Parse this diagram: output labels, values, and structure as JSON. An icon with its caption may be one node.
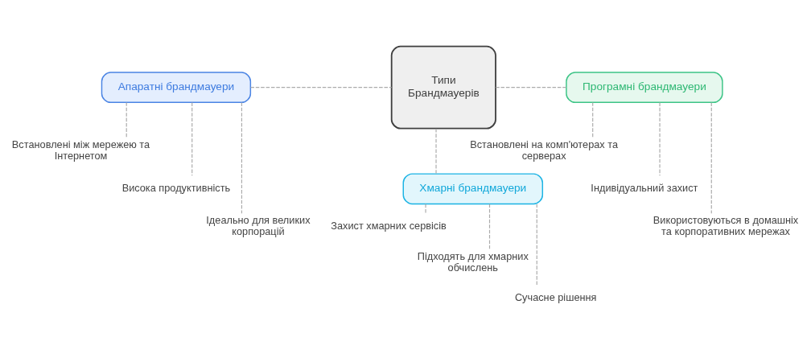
{
  "diagram": {
    "nodes": [
      {
        "text": [
          "Апаратні брандмауери"
        ]
      },
      {
        "text": [
          "Типи Брандмауерів"
        ]
      },
      {
        "text": [
          "Програмні брандмауери"
        ]
      },
      {
        "text": [
          "Встановлені між мережею та Інтернетом"
        ]
      },
      {
        "text": [
          "Висока продуктивність"
        ]
      },
      {
        "text": [
          "Ідеально для великих корпорацій"
        ]
      },
      {
        "text": [
          "Встановлені на комп'ютерах та серверах"
        ]
      },
      {
        "text": [
          "Індивідуальний захист"
        ]
      },
      {
        "text": [
          "Використовуються в домашніх та корпоративних мережах"
        ]
      },
      {
        "text": [
          "Хмарні брандмауери"
        ]
      },
      {
        "text": [
          "Захист хмарних сервісів"
        ]
      },
      {
        "text": [
          "Підходять для хмарних обчислень"
        ]
      },
      {
        "text": [
          "Сучасне рішення"
        ]
      }
    ],
    "edges": [
      {
        "from": 0,
        "to": 1,
        "arrow": "none",
        "style": "dashed"
      },
      {
        "from": 1,
        "to": 2,
        "arrow": "none",
        "style": "dashed"
      },
      {
        "from": 1,
        "to": 9,
        "arrow": "none",
        "style": "dashed"
      },
      {
        "from": 0,
        "to": 3,
        "arrow": "none",
        "style": "dashed"
      },
      {
        "from": 0,
        "to": 4,
        "arrow": "none",
        "style": "dashed"
      },
      {
        "from": 0,
        "to": 5,
        "arrow": "none",
        "style": "dashed"
      },
      {
        "from": 2,
        "to": 6,
        "arrow": "none",
        "style": "dashed"
      },
      {
        "from": 2,
        "to": 7,
        "arrow": "none",
        "style": "dashed"
      },
      {
        "from": 2,
        "to": 8,
        "arrow": "none",
        "style": "dashed"
      },
      {
        "from": 9,
        "to": 10,
        "arrow": "none",
        "style": "dashed"
      },
      {
        "from": 9,
        "to": 11,
        "arrow": "none",
        "style": "dashed"
      },
      {
        "from": 9,
        "to": 12,
        "arrow": "none",
        "style": "dashed"
      }
    ]
  }
}
